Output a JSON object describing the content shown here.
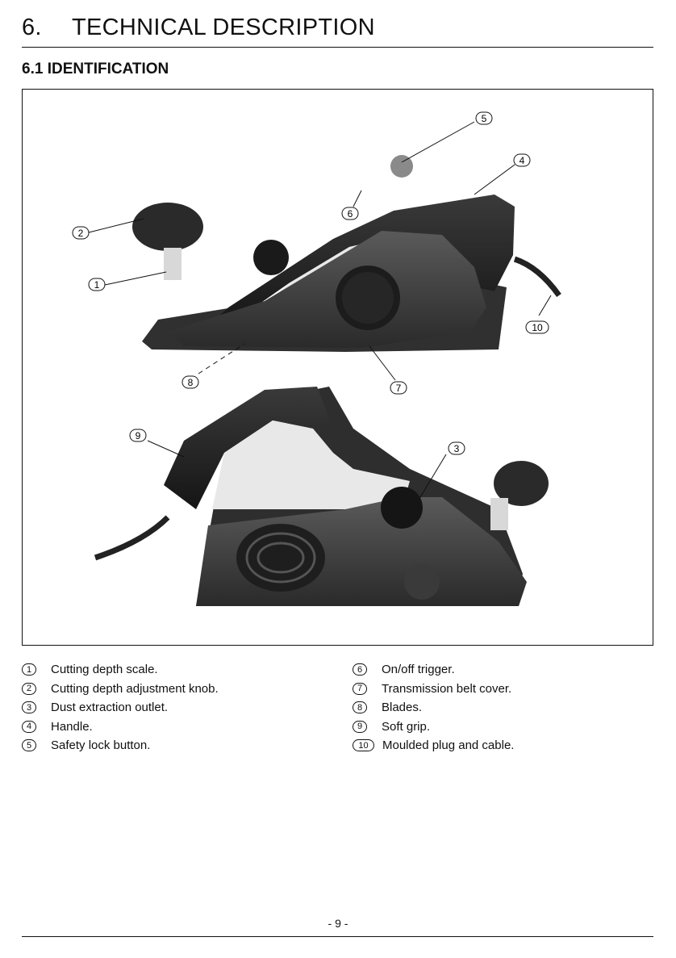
{
  "section": {
    "number": "6.",
    "title": "TECHNICAL DESCRIPTION"
  },
  "subsection": {
    "title": "6.1 IDENTIFICATION"
  },
  "figure": {
    "callouts": [
      "5",
      "4",
      "6",
      "2",
      "1",
      "10",
      "8",
      "7",
      "9",
      "3"
    ]
  },
  "legend": {
    "left": [
      {
        "num": "1",
        "text": "Cutting depth scale."
      },
      {
        "num": "2",
        "text": "Cutting depth adjustment knob."
      },
      {
        "num": "3",
        "text": "Dust extraction outlet."
      },
      {
        "num": "4",
        "text": "Handle."
      },
      {
        "num": "5",
        "text": "Safety lock button."
      }
    ],
    "right": [
      {
        "num": "6",
        "text": "On/off trigger."
      },
      {
        "num": "7",
        "text": "Transmission belt cover."
      },
      {
        "num": "8",
        "text": "Blades."
      },
      {
        "num": "9",
        "text": "Soft grip."
      },
      {
        "num": "10",
        "text": "Moulded plug and cable."
      }
    ]
  },
  "footer": {
    "page": "- 9 -"
  }
}
